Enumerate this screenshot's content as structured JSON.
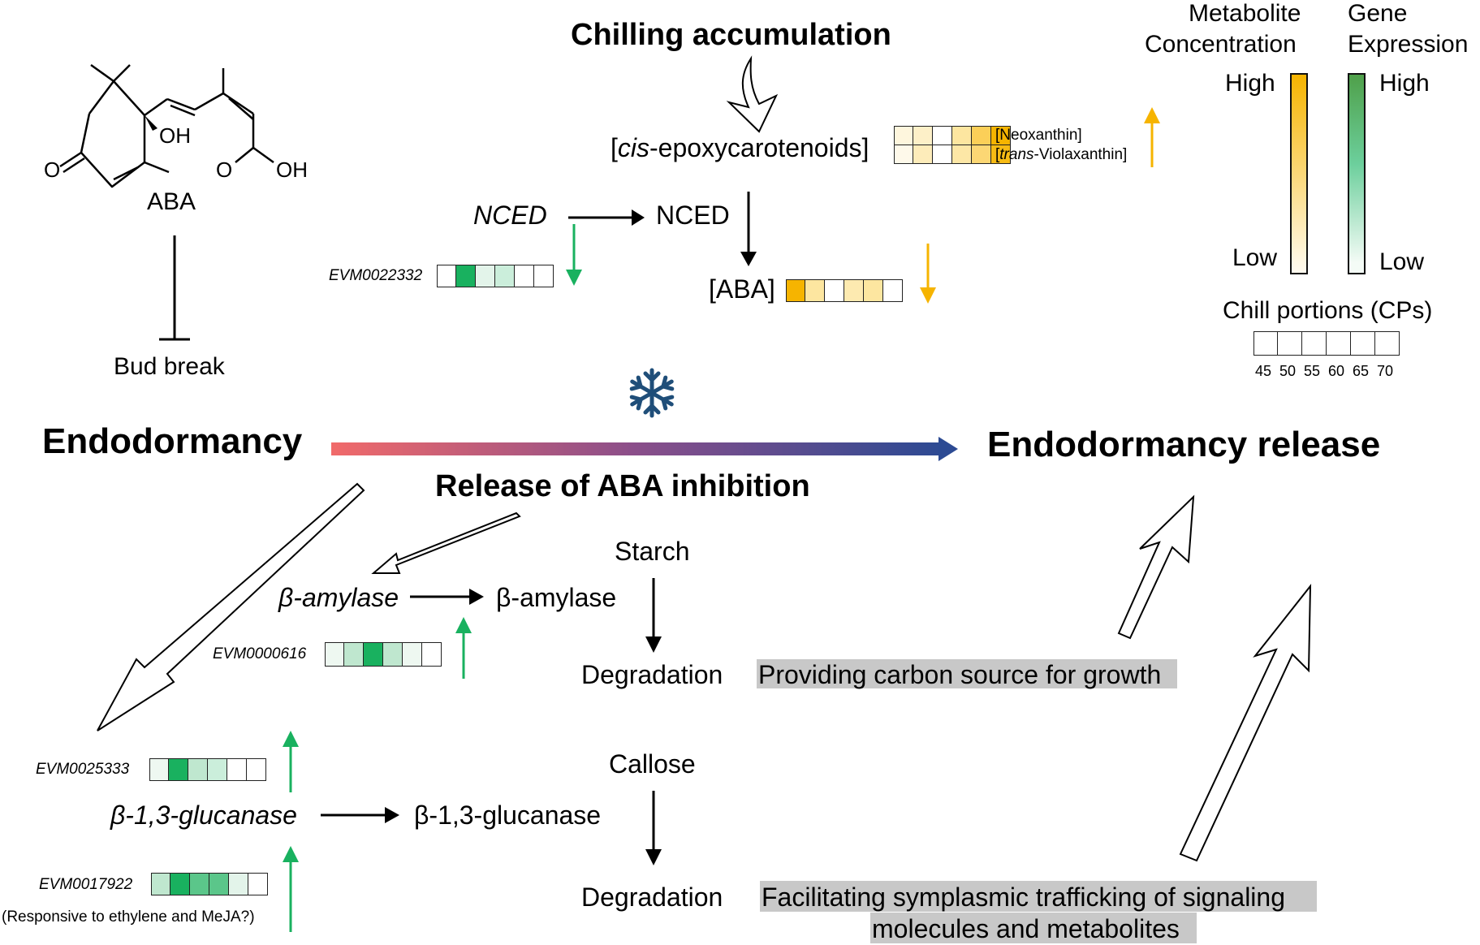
{
  "aba_structure": {
    "label": "ABA",
    "oh_label": "OH",
    "acid_o_label": "O",
    "acid_oh_label": "OH",
    "ketone_o_label": "O"
  },
  "bud_break": "Bud break",
  "chilling": "Chilling accumulation",
  "cis_epoxy": {
    "prefix": "[",
    "italic": "cis",
    "suffix": "-epoxycarotenoids]"
  },
  "carotenoid_heatmap": {
    "rows": [
      {
        "label_html": "[Neoxanthin]",
        "label_italic": "",
        "label_rest": "[Neoxanthin]",
        "colors": [
          "#fef6dd",
          "#fdf0c8",
          "#ffffff",
          "#fde6a0",
          "#fbcf58",
          "#f6b400"
        ]
      },
      {
        "label_italic": "trans",
        "label_prefix": "[",
        "label_rest": "-Violaxanthin]",
        "colors": [
          "#fef9ea",
          "#fdecba",
          "#ffffff",
          "#fde7a6",
          "#fcd774",
          "#f7bb14"
        ]
      }
    ]
  },
  "nced_gene": "NCED",
  "nced_protein": "NCED",
  "evm_nced": {
    "id": "EVM0022332",
    "colors": [
      "#ffffff",
      "#19b15f",
      "#e3f4ea",
      "#cbeedb",
      "#ffffff",
      "#ffffff"
    ]
  },
  "aba_bracket": "[ABA]",
  "aba_heatmap": {
    "colors": [
      "#f6b400",
      "#fde6a0",
      "#ffffff",
      "#fdeab0",
      "#fde6a0",
      "#ffffff"
    ]
  },
  "legend": {
    "metabolite_title_1": "Metabolite",
    "metabolite_title_2": "Concentration",
    "gene_title_1": "Gene",
    "gene_title_2": "Expression",
    "high_left": "High",
    "high_right": "High",
    "low_left": "Low",
    "low_right": "Low",
    "chill_title": "Chill portions (CPs)",
    "chill_values": [
      "45",
      "50",
      "55",
      "60",
      "65",
      "70"
    ],
    "metabolite_color": "#f6b400",
    "gene_color": "#4fa04a"
  },
  "endodormancy": "Endodormancy",
  "endodormancy_release": "Endodormancy release",
  "release_aba": "Release of ABA inhibition",
  "starch": "Starch",
  "b_amylase_gene": "β-amylase",
  "b_amylase_protein": "β-amylase",
  "evm_amylase": {
    "id": "EVM0000616",
    "colors": [
      "#eef8f1",
      "#bfe7cf",
      "#19b15f",
      "#bfe7cf",
      "#eef8f1",
      "#ffffff"
    ]
  },
  "degradation_1": "Degradation",
  "carbon_source": "Providing carbon source for growth",
  "callose": "Callose",
  "evm_glucanase_1": {
    "id": "EVM0025333",
    "colors": [
      "#eef8f1",
      "#19b15f",
      "#bfe7cf",
      "#cbeedb",
      "#ffffff",
      "#ffffff"
    ]
  },
  "b_glucanase_gene": "β-1,3-glucanase",
  "b_glucanase_protein": "β-1,3-glucanase",
  "evm_glucanase_2": {
    "id": "EVM0017922",
    "colors": [
      "#bfe7cf",
      "#19b15f",
      "#5bc68a",
      "#5bc68a",
      "#e3f4ea",
      "#ffffff"
    ]
  },
  "responsive_note": "(Responsive to ethylene and MeJA?)",
  "degradation_2": "Degradation",
  "symplasmic_1": "Facilitating symplasmic trafficking of signaling",
  "symplasmic_2": "molecules and metabolites",
  "colors": {
    "up_green": "#19b15f",
    "down_orange": "#f6b400",
    "snowflake": "#1f4e79",
    "gradient_start": "#f16a6a",
    "gradient_end": "#2c4a93",
    "highlight_gray": "#c8c8c8"
  }
}
